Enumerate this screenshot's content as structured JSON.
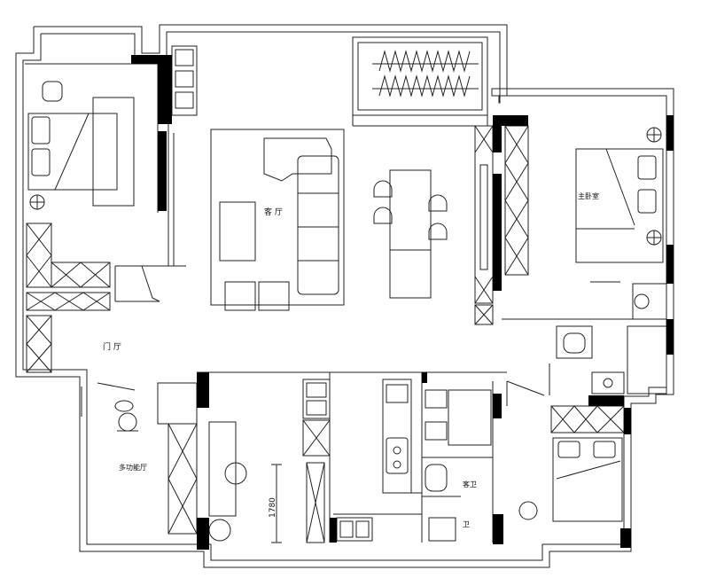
{
  "rooms": {
    "living": "客 厅",
    "master_bedroom": "主卧室",
    "foyer": "门 厅",
    "multi_room": "多功能厅",
    "guest_bath": "客卫",
    "small_bath": "卫"
  },
  "dimensions": {
    "corridor_width": "1780"
  },
  "colors": {
    "wall": "#000000",
    "line": "#222222"
  }
}
